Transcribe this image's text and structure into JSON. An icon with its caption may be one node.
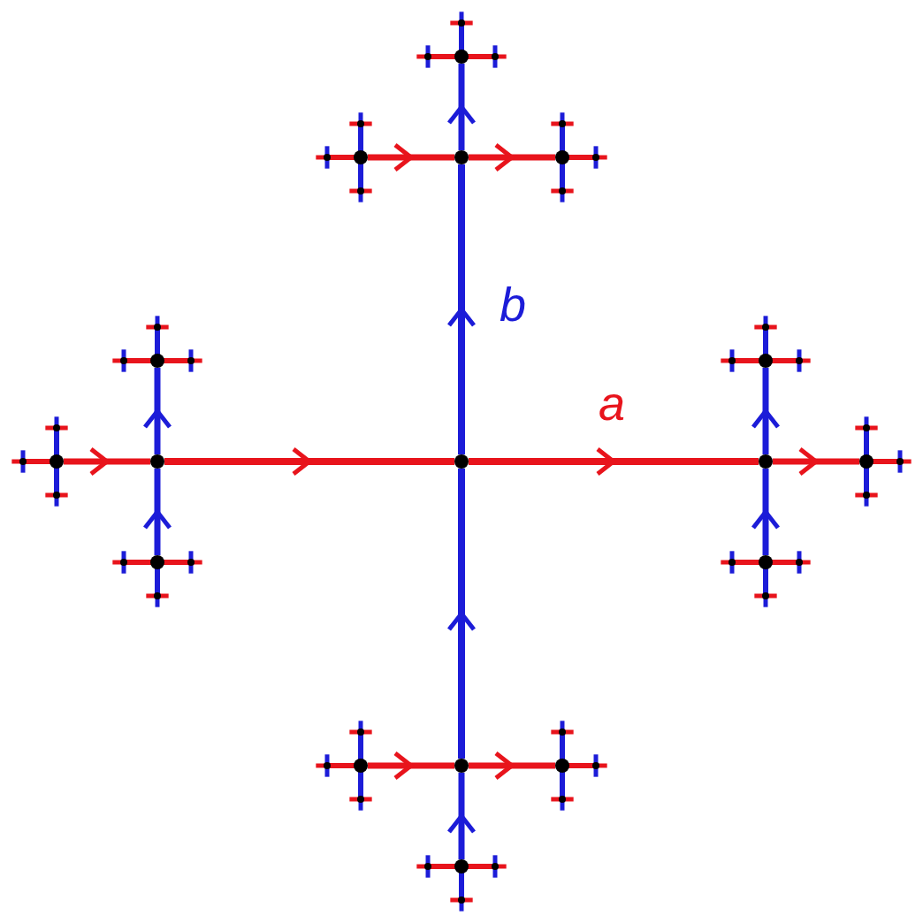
{
  "diagram": {
    "nodes": [
      {
        "text": [],
        "shape": "circle"
      },
      {
        "text": [],
        "shape": "circle"
      },
      {
        "text": [],
        "shape": "circle"
      },
      {
        "text": [],
        "shape": "circle"
      },
      {
        "text": [],
        "shape": "circle"
      },
      {
        "text": [],
        "shape": "circle"
      },
      {
        "text": [],
        "shape": "circle"
      },
      {
        "text": [],
        "shape": "circle"
      },
      {
        "text": [],
        "shape": "circle"
      },
      {
        "text": [],
        "shape": "circle"
      },
      {
        "text": [],
        "shape": "circle"
      },
      {
        "text": [],
        "shape": "circle"
      },
      {
        "text": [],
        "shape": "circle"
      },
      {
        "text": [],
        "shape": "circle"
      },
      {
        "text": [],
        "shape": "circle"
      },
      {
        "text": [],
        "shape": "circle"
      },
      {
        "text": [],
        "shape": "circle"
      }
    ],
    "edges": [
      {
        "from": 0,
        "to": 1,
        "arrow": "to",
        "label": "a",
        "color": "#e8141c"
      },
      {
        "from": 0,
        "to": 2,
        "arrow": "to",
        "label": "b",
        "color": "#1c1cd8"
      },
      {
        "from": 3,
        "to": 0,
        "arrow": "to",
        "color": "#e8141c"
      },
      {
        "from": 4,
        "to": 0,
        "arrow": "to",
        "color": "#1c1cd8"
      },
      {
        "from": 1,
        "to": 5,
        "arrow": "to",
        "color": "#1c1cd8"
      },
      {
        "from": 1,
        "to": 6,
        "arrow": "to",
        "color": "#e8141c"
      },
      {
        "from": 7,
        "to": 1,
        "arrow": "to",
        "color": "#1c1cd8"
      },
      {
        "from": 8,
        "to": 2,
        "arrow": "to",
        "color": "#e8141c"
      },
      {
        "from": 2,
        "to": 9,
        "arrow": "to",
        "color": "#1c1cd8"
      },
      {
        "from": 2,
        "to": 10,
        "arrow": "to",
        "color": "#e8141c"
      },
      {
        "from": 3,
        "to": 11,
        "arrow": "to",
        "color": "#1c1cd8"
      },
      {
        "from": 12,
        "to": 3,
        "arrow": "to",
        "color": "#e8141c"
      },
      {
        "from": 13,
        "to": 3,
        "arrow": "to",
        "color": "#1c1cd8"
      },
      {
        "from": 14,
        "to": 4,
        "arrow": "to",
        "color": "#e8141c"
      },
      {
        "from": 4,
        "to": 15,
        "arrow": "to",
        "color": "#e8141c"
      },
      {
        "from": 16,
        "to": 4,
        "arrow": "to",
        "color": "#1c1cd8"
      }
    ]
  }
}
